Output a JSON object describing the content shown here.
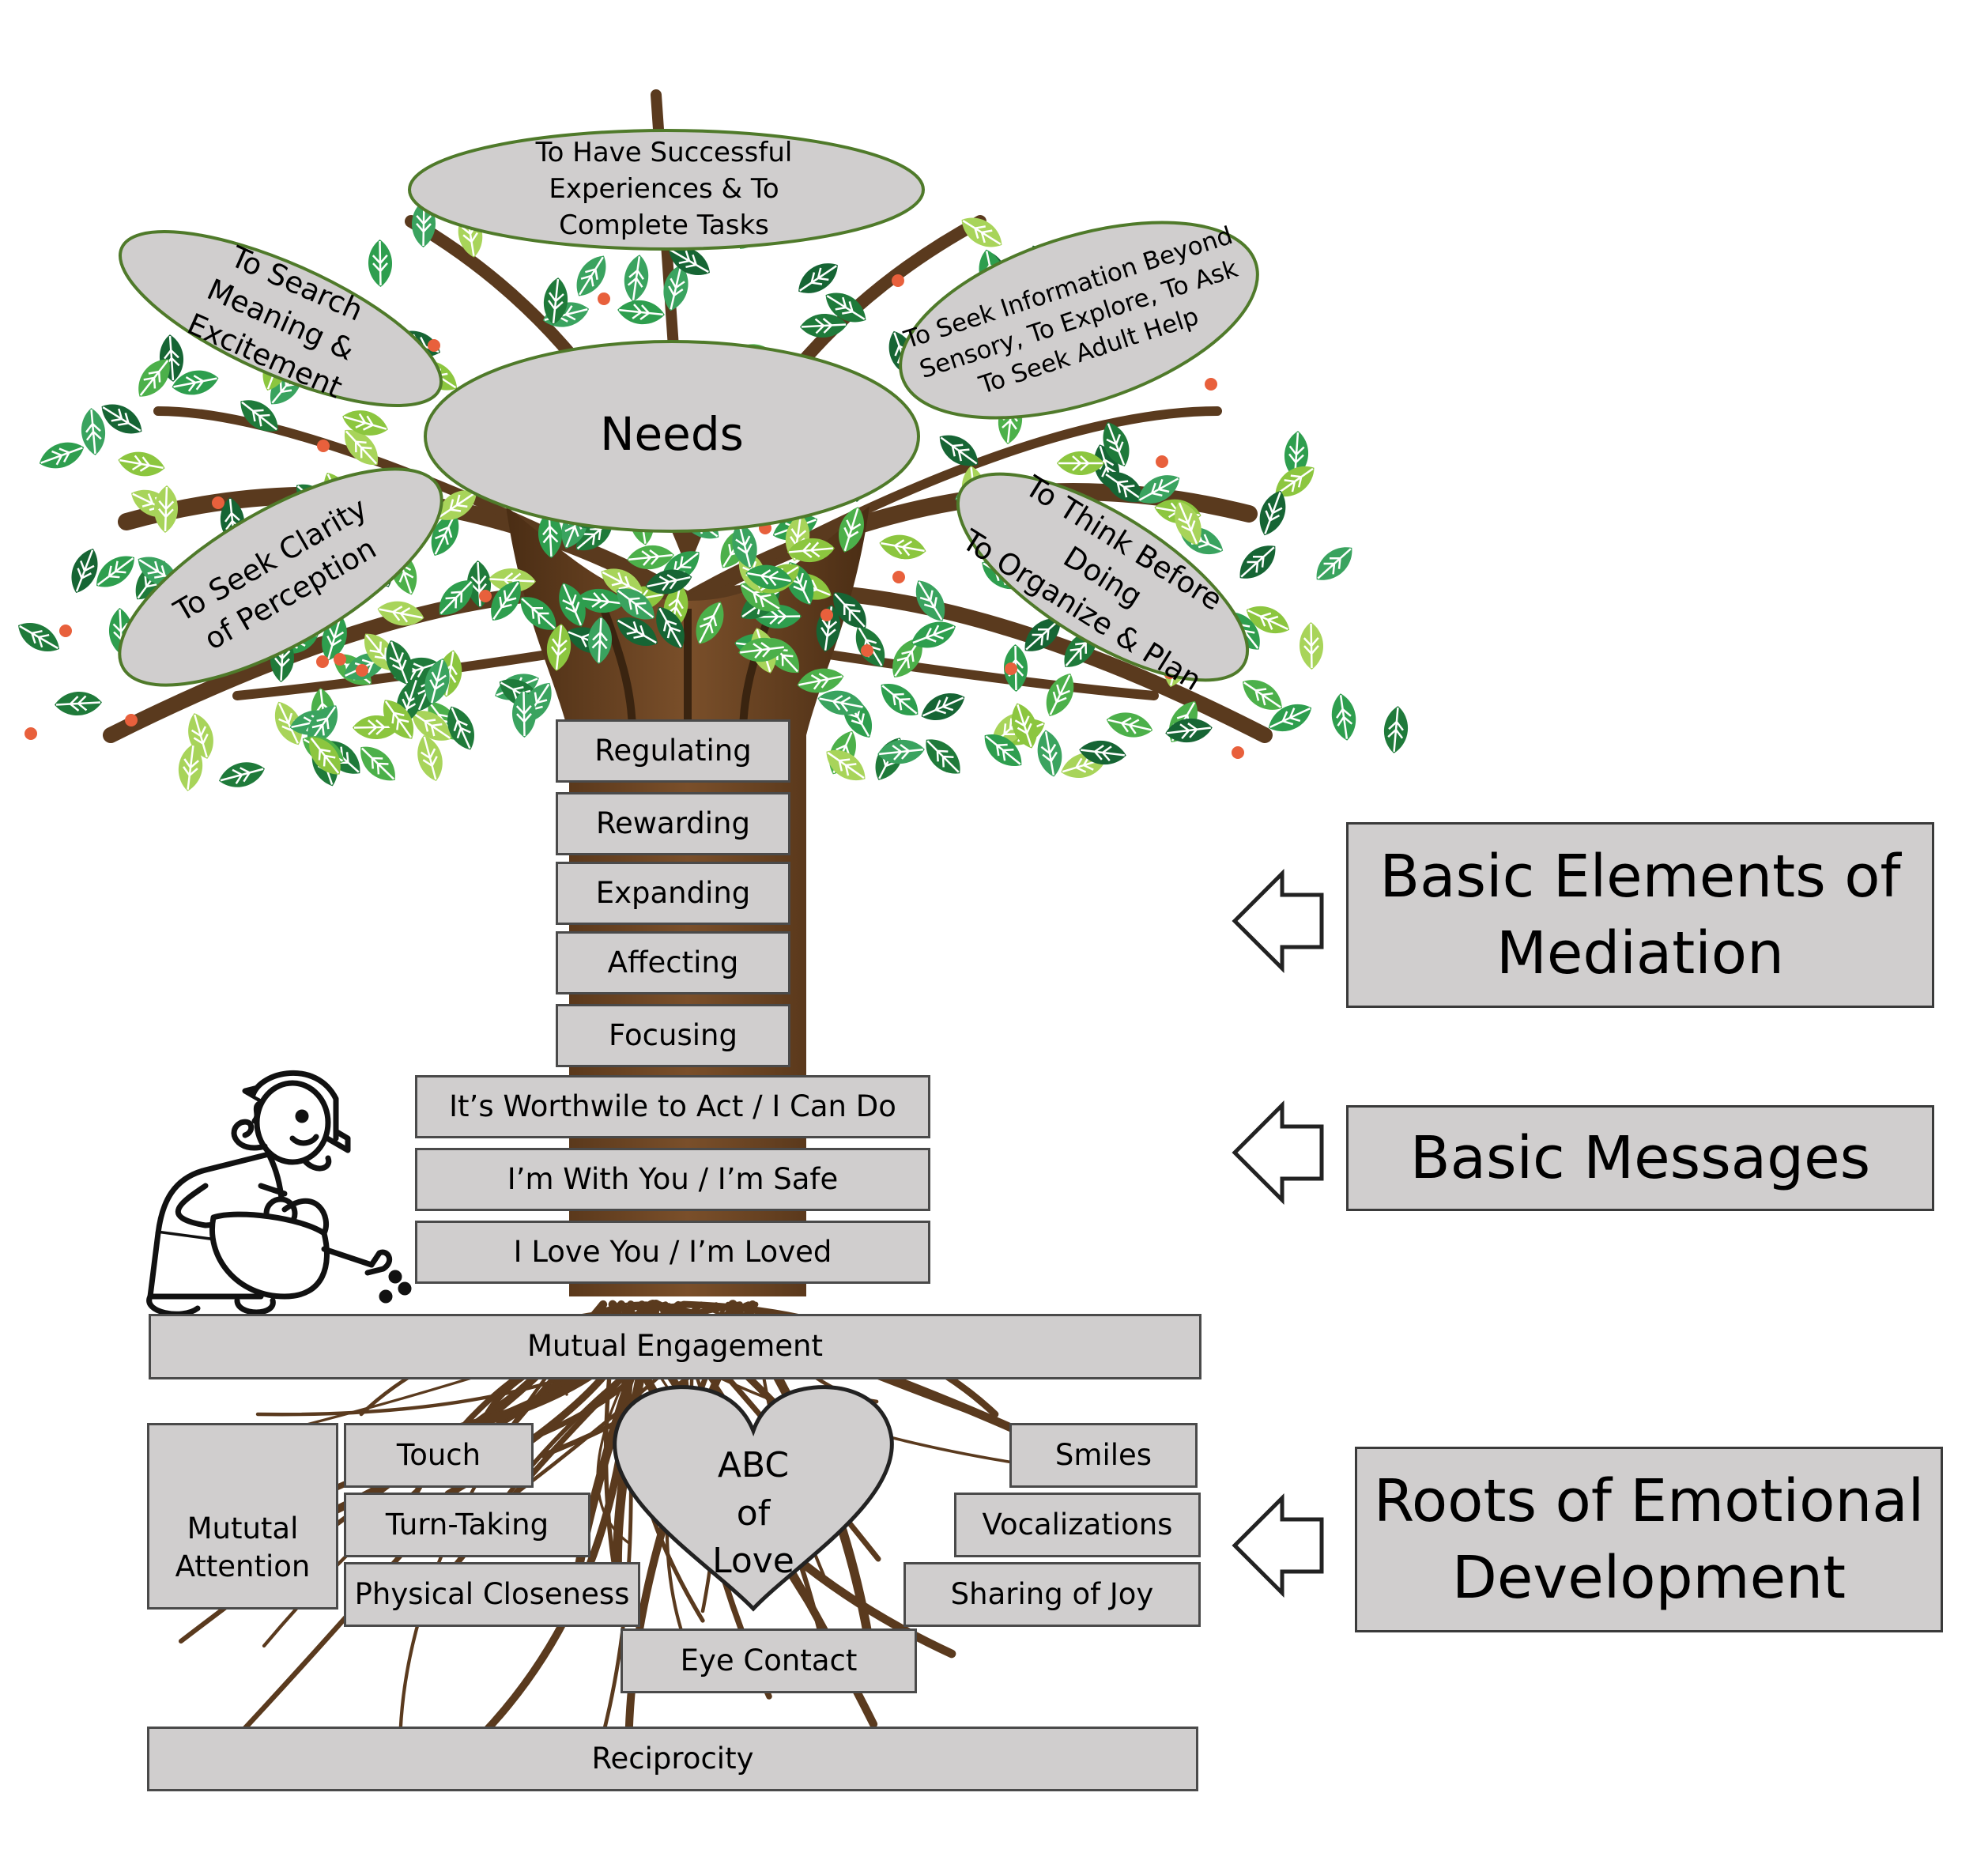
{
  "needs": {
    "center": "Needs",
    "top": "To Have Successful\nExperiences & To\nComplete Tasks",
    "upper_left": "To Search\nMeaning &\nExcitement",
    "upper_right": "To Seek Information Beyond\nSensory, To Explore, To Ask\nTo Seek Adult Help",
    "lower_left": "To Seek Clarity\nof Perception",
    "lower_right": "To Think Before Doing\nTo Organize & Plan"
  },
  "mediation": [
    "Regulating",
    "Rewarding",
    "Expanding",
    "Affecting",
    "Focusing"
  ],
  "messages": [
    "It’s Worthwile to Act / I Can Do",
    "I’m With You / I’m Safe",
    "I Love You / I’m Loved"
  ],
  "engagement": "Mutual Engagement",
  "roots": {
    "mutual_attention": "Mututal\nAttention",
    "touch": "Touch",
    "turn_taking": "Turn-Taking",
    "physical_closeness": "Physical Closeness",
    "heart": "ABC\nof\nLove",
    "smiles": "Smiles",
    "vocalizations": "Vocalizations",
    "sharing_of_joy": "Sharing of Joy",
    "eye_contact": "Eye Contact",
    "reciprocity": "Reciprocity"
  },
  "side_labels": {
    "mediation": "Basic Elements of\nMediation",
    "messages": "Basic Messages",
    "roots": "Roots of Emotional\nDevelopment"
  },
  "colors": {
    "box_fill": "#d0cece",
    "ellipse_border": "#4f7a2a",
    "trunk": "#5a3a1e",
    "leaf_dark": "#1f7a3a",
    "leaf_light": "#8cc63f",
    "berry": "#e8603c"
  }
}
